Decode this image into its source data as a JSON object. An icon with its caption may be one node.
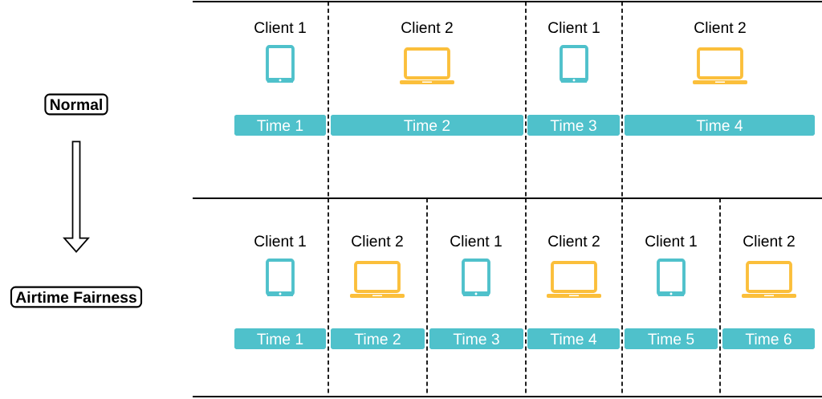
{
  "diagram": {
    "nodes": [
      {
        "text": [
          "Normal"
        ]
      },
      {
        "text": [
          "Airtime Fairness"
        ]
      },
      {
        "text": [
          "Time 1"
        ]
      },
      {
        "text": [
          "Time 2"
        ]
      },
      {
        "text": [
          "Time 3"
        ]
      },
      {
        "text": [
          "Time 4"
        ]
      },
      {
        "text": [
          "Time 1"
        ]
      },
      {
        "text": [
          "Time 2"
        ]
      },
      {
        "text": [
          "Time 3"
        ]
      },
      {
        "text": [
          "Time 4"
        ]
      },
      {
        "text": [
          "Time 5"
        ]
      },
      {
        "text": [
          "Time 6"
        ]
      }
    ],
    "edges": [
      {
        "from": 0,
        "to": 1,
        "arrow": "to"
      }
    ],
    "labels": [
      "Client 1",
      "Client 2",
      "Client 1",
      "Client 2",
      "Client 1",
      "Client 2",
      "Client 1",
      "Client 2",
      "Client 1",
      "Client 2"
    ]
  }
}
